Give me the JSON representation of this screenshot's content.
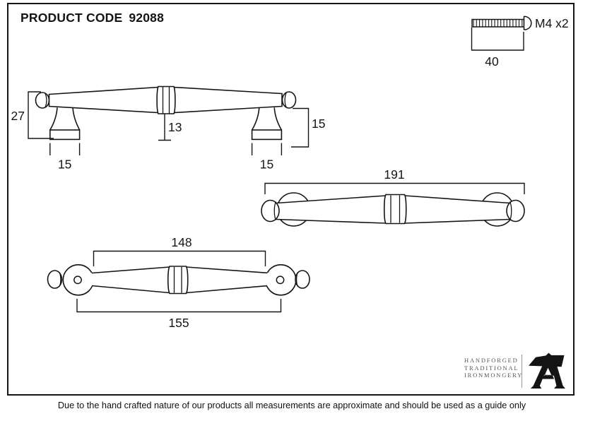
{
  "header": {
    "label": "PRODUCT CODE",
    "code": "92088"
  },
  "screw": {
    "spec": "M4 x2",
    "length": "40"
  },
  "dimensions": {
    "side_view": {
      "overall_height": "27",
      "collar_width": "13",
      "base_height": "15",
      "left_base_width": "15",
      "right_base_width": "15"
    },
    "plan_view": {
      "overall_length": "191"
    },
    "bottom_view": {
      "inner_span": "148",
      "fixing_centres": "155"
    }
  },
  "logo": {
    "line1": "HANDFORGED",
    "line2": "TRADITIONAL",
    "line3": "IRONMONGERY"
  },
  "footer": {
    "disclaimer": "Due to the hand crafted nature of our products all measurements are approximate and should be used as a guide only"
  }
}
